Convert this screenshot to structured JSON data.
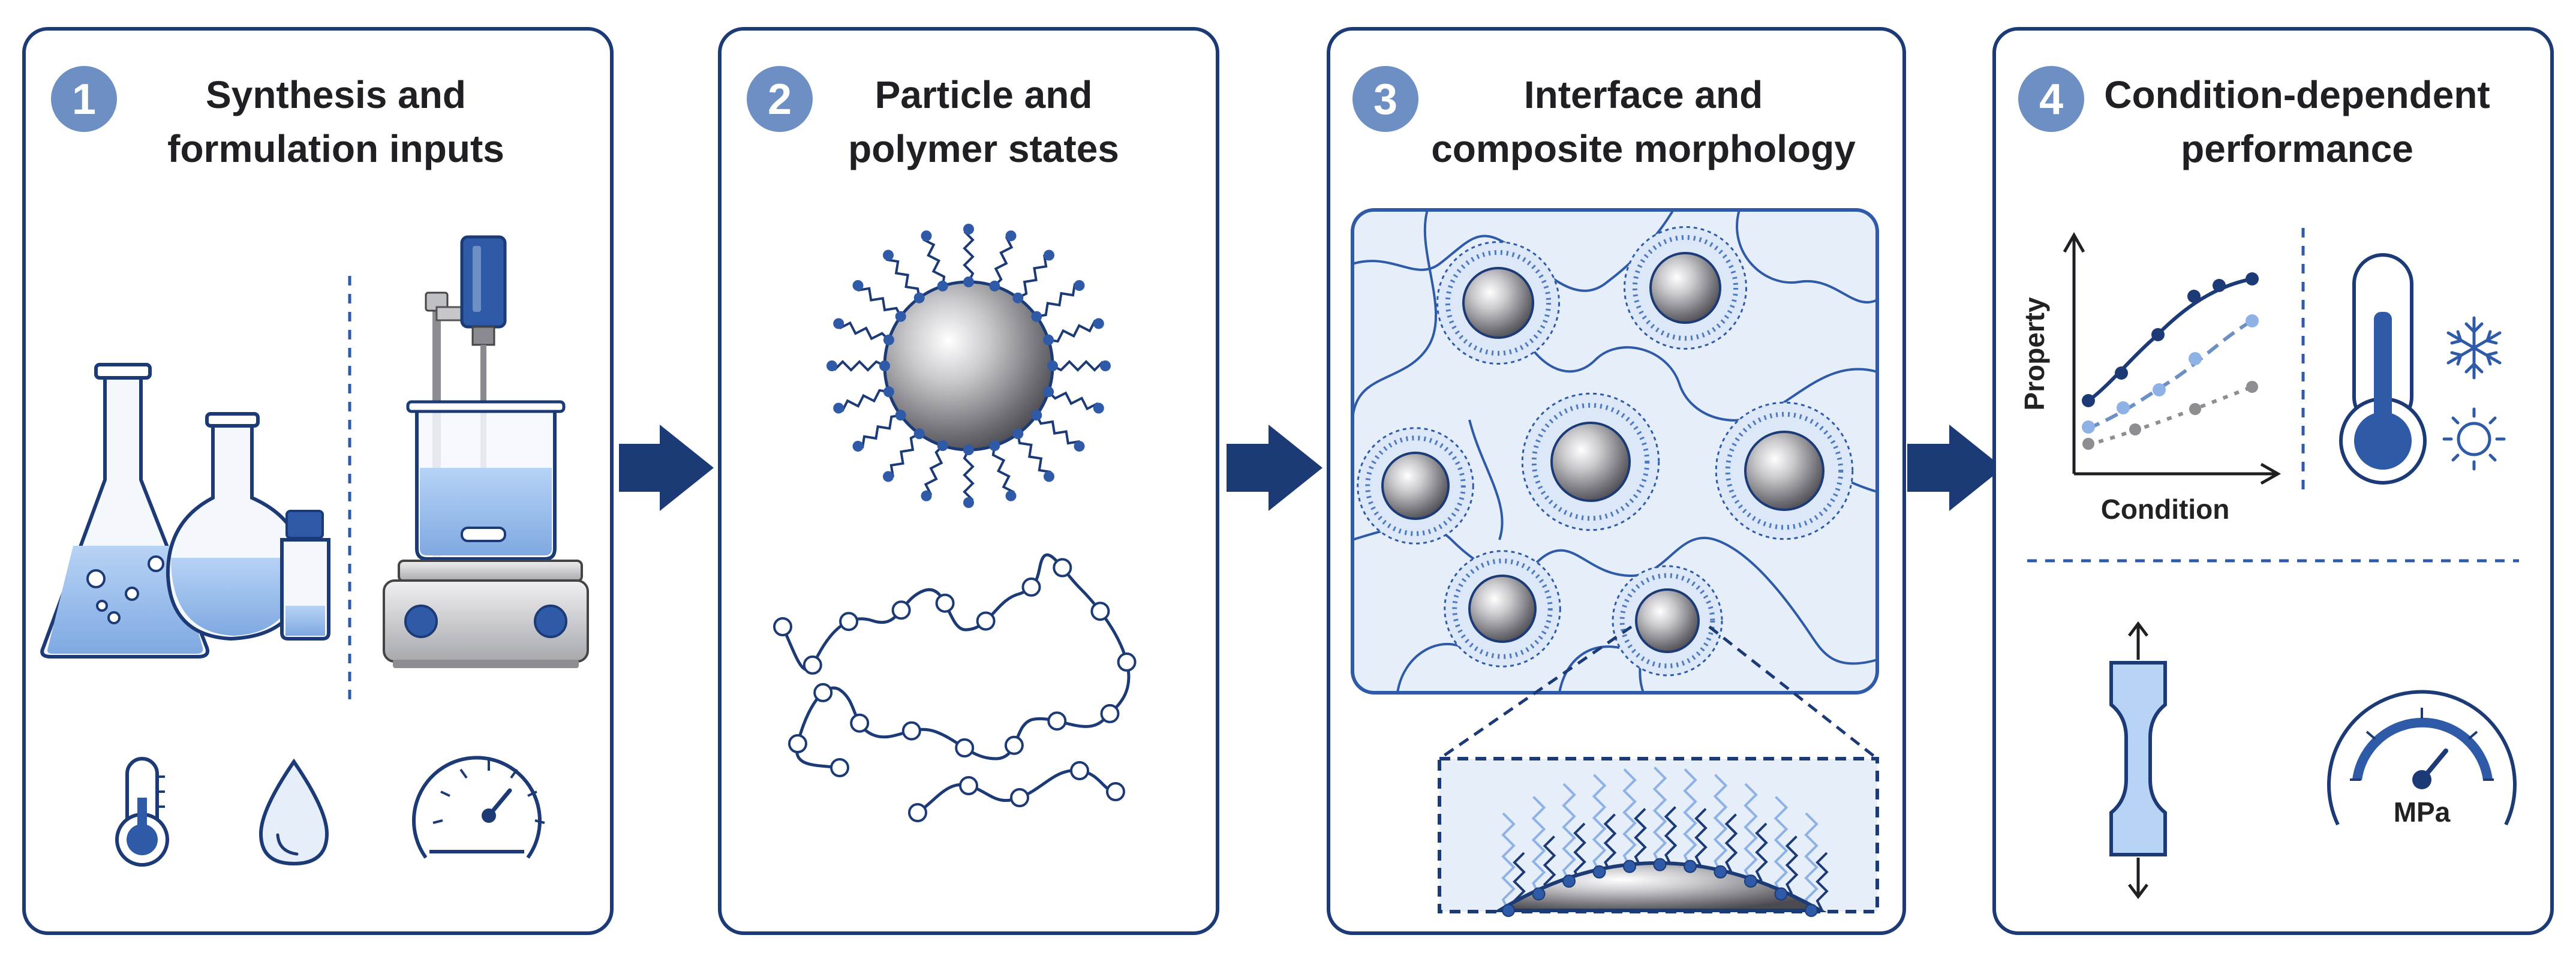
{
  "colors": {
    "navy": "#1c3a75",
    "accent_blue": "#2e5aa8",
    "light_blue": "#a9c8ef",
    "pale_blue": "#e6eef9",
    "badge": "#6e8fc3",
    "grey": "#8d8d92"
  },
  "panels": [
    {
      "number": "1",
      "title_lines": [
        "Synthesis and",
        "formulation inputs"
      ],
      "icons": [
        "flask-icon",
        "beaker-icon",
        "vial-icon",
        "overhead-stirrer-icon",
        "thermometer-icon",
        "droplet-icon",
        "pressure-gauge-icon"
      ]
    },
    {
      "number": "2",
      "title_lines": [
        "Particle and",
        "polymer states"
      ],
      "icons": [
        "grafted-nanoparticle-icon",
        "polymer-chain-icon"
      ]
    },
    {
      "number": "3",
      "title_lines": [
        "Interface and",
        "composite morphology"
      ],
      "icons": [
        "composite-matrix-icon",
        "interface-zoom-icon"
      ]
    },
    {
      "number": "4",
      "title_lines": [
        "Condition-dependent",
        "performance"
      ],
      "icons": [
        "property-chart-icon",
        "thermometer-icon",
        "snowflake-icon",
        "sun-icon",
        "tensile-specimen-icon",
        "pressure-gauge-icon"
      ]
    }
  ],
  "chart": {
    "ylabel": "Property",
    "xlabel": "Condition"
  },
  "gauge_unit": "MPa"
}
